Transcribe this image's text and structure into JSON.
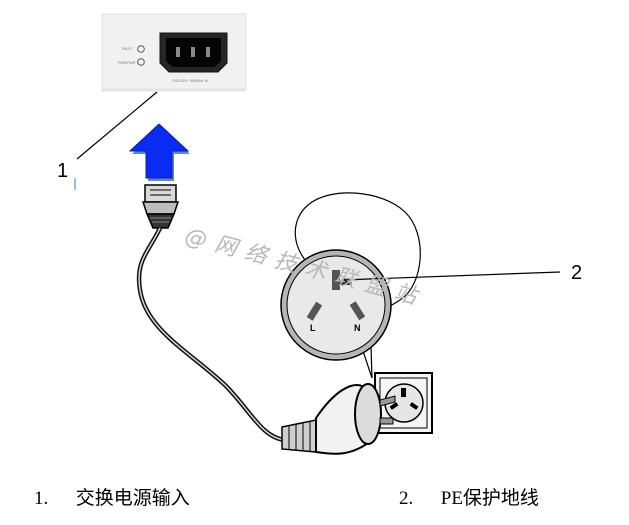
{
  "callouts": [
    {
      "number": "1"
    },
    {
      "number": "2"
    }
  ],
  "captions": [
    {
      "index": "1.",
      "text": "交换电源输入"
    },
    {
      "index": "2.",
      "text": "PE保护地线"
    }
  ],
  "panel": {
    "label_fault": "FAULT",
    "label_pwr": "PWR/PWR",
    "rating_text": "100-240V~ 50/60Hz 3A"
  },
  "watermark": "@网络技术联盟站",
  "colors": {
    "arrow_fill": "#0a2cf2",
    "arrow_shadow": "#5b88c9",
    "panel_bg": "#f1f1f1",
    "line": "#000000"
  }
}
